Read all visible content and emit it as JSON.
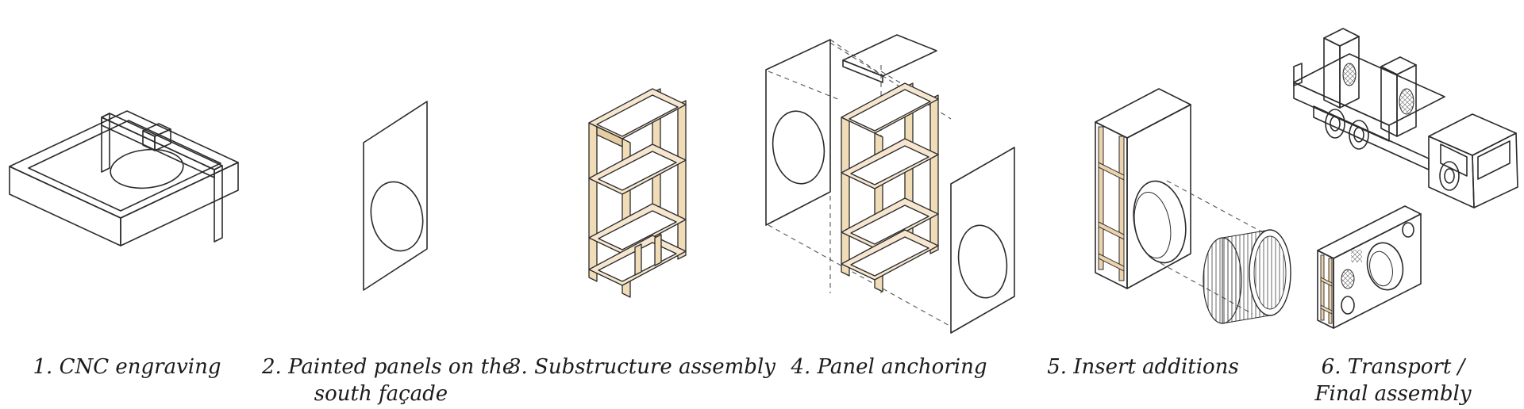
{
  "colors": {
    "panel_blue": "#a7b8d8",
    "panel_blue_dark": "#8ea2c8",
    "wood_light": "#f6e6cf",
    "wood_mid": "#ecd3ad",
    "wood_dark": "#d8b887",
    "stroke": "#2b2b2b",
    "background": "#ffffff"
  },
  "steps": [
    {
      "id": "cnc",
      "lines": [
        "1. CNC engraving"
      ],
      "icon": "cnc-machine-icon"
    },
    {
      "id": "painted",
      "lines": [
        "2. Painted panels on the",
        "south façade"
      ],
      "icon": "painted-panel-icon"
    },
    {
      "id": "substructure",
      "lines": [
        "3. Substructure assembly"
      ],
      "icon": "timber-frame-icon"
    },
    {
      "id": "anchoring",
      "lines": [
        "4. Panel anchoring"
      ],
      "icon": "exploded-panel-icon"
    },
    {
      "id": "insert",
      "lines": [
        "5. Insert additions"
      ],
      "icon": "insert-module-icon"
    },
    {
      "id": "transport",
      "lines": [
        "6. Transport /",
        "Final assembly"
      ],
      "icon": "truck-icon"
    }
  ]
}
